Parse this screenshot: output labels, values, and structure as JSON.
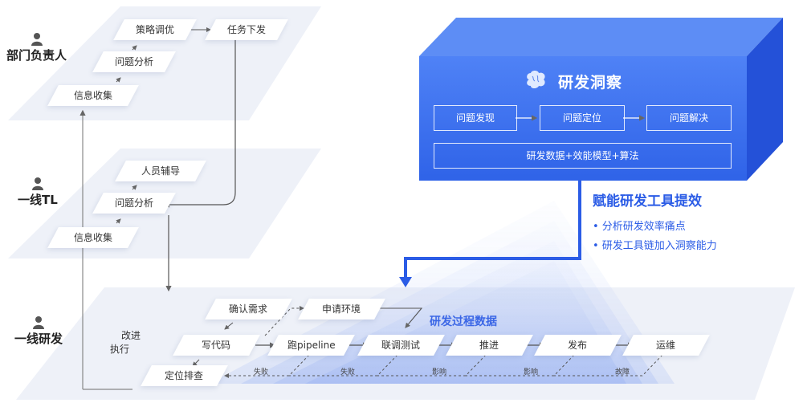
{
  "roles": {
    "dept_head": "部门负责人",
    "team_lead": "一线TL",
    "developer": "一线研发"
  },
  "dept_layer": {
    "strategy": "策略调优",
    "task": "任务下发",
    "analysis": "问题分析",
    "collect": "信息收集"
  },
  "tl_layer": {
    "coaching": "人员辅导",
    "analysis": "问题分析",
    "collect": "信息收集"
  },
  "dev_layer": {
    "improve_line1": "改进",
    "improve_line2": "执行",
    "confirm": "确认需求",
    "apply_env": "申请环境",
    "code": "写代码",
    "pipeline": "跑pipeline",
    "joint_test": "联调测试",
    "advance": "推进",
    "release": "发布",
    "ops": "运维",
    "locate": "定位排查",
    "fail1": "失败",
    "fail2": "失败",
    "impact1": "影响",
    "impact2": "影响",
    "fault": "故障",
    "process_data": "研发过程数据"
  },
  "insight_box": {
    "title": "研发洞察",
    "step1": "问题发现",
    "step2": "问题定位",
    "step3": "问题解决",
    "base": "研发数据+效能模型+算法"
  },
  "callout": {
    "title": "赋能研发工具提效",
    "item1": "• 分析研发效率痛点",
    "item2": "• 研发工具链加入洞察能力"
  },
  "icons": [
    "person-icon",
    "brain-icon"
  ],
  "colors": {
    "accent": "#2b5ce6",
    "box_front": "#3a6ff0",
    "box_top": "#5b8cf5",
    "box_side": "#2450d6",
    "layer": "#eef1f8"
  }
}
